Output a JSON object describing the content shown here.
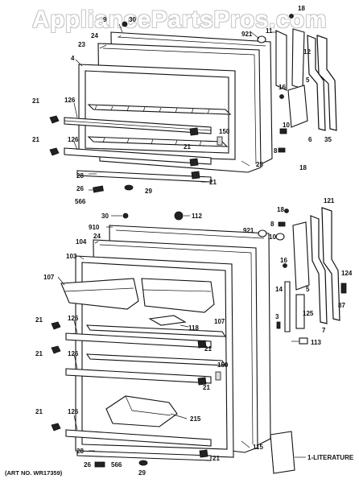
{
  "watermark": "AppliancePartsPros.com",
  "art_number": "(ART NO. WR17359)",
  "literature_label": "1-LITERATURE",
  "upper_labels": {
    "l18a": "18",
    "l9": "9",
    "l30": "30",
    "l24": "24",
    "l11": "11",
    "l921": "921",
    "l23": "23",
    "l12": "12",
    "l4": "4",
    "l16": "16",
    "l5": "5",
    "l21a": "21",
    "l126a": "126",
    "l150": "150",
    "l10": "10",
    "l21b": "21",
    "l21c": "21",
    "l126b": "126",
    "l25": "25",
    "l6": "6",
    "l35": "35",
    "l8": "8",
    "l18b": "18",
    "l28": "28",
    "l21d": "21",
    "l26": "26",
    "l566": "566",
    "l29": "29"
  },
  "lower_labels": {
    "m30": "30",
    "m112": "112",
    "m18": "18",
    "m121": "121",
    "m910": "910",
    "m24": "24",
    "m921": "921",
    "m8": "8",
    "m10": "10",
    "m104": "104",
    "m103": "103",
    "m16": "16",
    "m124": "124",
    "m107a": "107",
    "m14": "14",
    "m5": "5",
    "m3": "3",
    "m125": "125",
    "m87": "87",
    "m118": "118",
    "m107b": "107",
    "m7": "7",
    "m21a": "21",
    "m126a": "126",
    "m113": "113",
    "m21b": "21",
    "m126b": "126",
    "m21c": "21",
    "m150": "150",
    "m21d": "21",
    "m215": "215",
    "m21e": "21",
    "m126c": "126",
    "m115": "115",
    "m28": "28",
    "m21f": "21",
    "m26": "26",
    "m566": "566",
    "m29": "29"
  }
}
